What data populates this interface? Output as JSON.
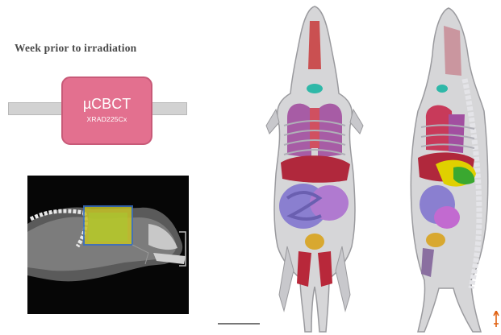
{
  "header": {
    "title": "Week prior to irradiation"
  },
  "timeline": {
    "box_label": "µCBCT",
    "box_sublabel": "XRAD225Cx"
  },
  "colors": {
    "box_fill": "#e3708f",
    "timeline_bar": "#d2d2d2",
    "roi_fill": "#c8c020",
    "liver": "#b0283c",
    "intestine": "#8a7fd0",
    "stomach": "#e0d000",
    "kidney": "#d8c060",
    "lung": "#c83a5a",
    "skin": "#b8b8b8"
  },
  "images": {
    "ct_scan": "sagittal-ct-scan",
    "mouse_front": "mouse-3d-anatomy-ventral",
    "mouse_side": "mouse-3d-anatomy-lateral"
  }
}
